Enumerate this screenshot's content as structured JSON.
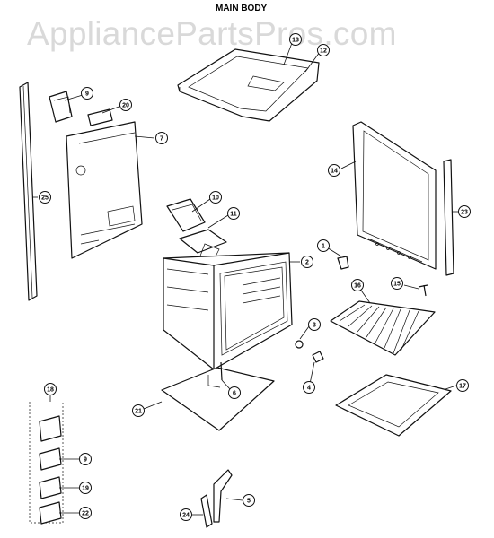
{
  "title": "MAIN BODY",
  "watermark": "AppliancePartsPros.com",
  "callouts": [
    "13",
    "12",
    "9",
    "20",
    "7",
    "25",
    "10",
    "11",
    "2",
    "14",
    "23",
    "1",
    "16",
    "15",
    "3",
    "4",
    "6",
    "21",
    "17",
    "18",
    "9",
    "19",
    "22",
    "5",
    "24"
  ]
}
